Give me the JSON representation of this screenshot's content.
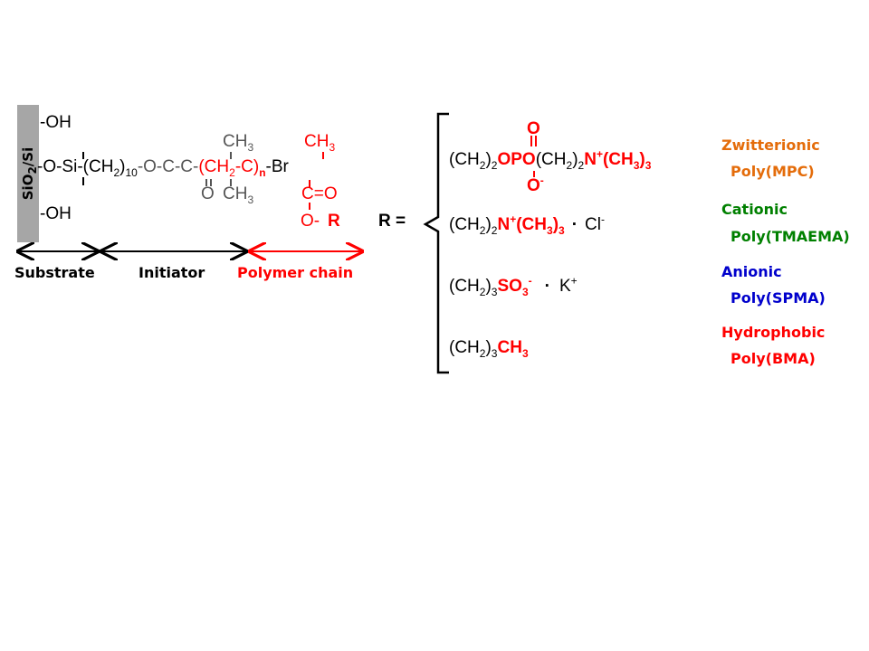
{
  "substrate": {
    "label_main": "SiO",
    "label_sub": "2",
    "label_tail": "/Si"
  },
  "left_structure": {
    "oh_top": "-OH",
    "oh_bottom": "-OH",
    "main_prefix": "-O-Si-(CH",
    "ch2_sub": "2",
    "paren_close": ")",
    "ten_sub": "10",
    "ester_link": "-O-C-C-",
    "poly_open": "(CH",
    "poly_ch2_sub": "2",
    "poly_c": "-C)",
    "n_sub": "n",
    "br_end": "-Br",
    "ch3_top_gray": "CH",
    "ch3_top_gray_sub": "3",
    "ch3_bottom_gray": "CH",
    "ch3_bottom_gray_sub": "3",
    "carbonyl_o": "O",
    "ch3_top_red": "CH",
    "ch3_top_red_sub": "3",
    "ceo_red": "C=O",
    "o_red": "O-",
    "r_red": "R"
  },
  "segments": {
    "substrate": "Substrate",
    "initiator": "Initiator",
    "polymer_chain": "Polymer chain"
  },
  "r_equals": "R =",
  "r_groups": [
    {
      "formula": "mpc",
      "type_label": "Zwitterionic",
      "polymer_label": "Poly(MPC)",
      "color": "#e46c0a"
    },
    {
      "formula": "tmaema",
      "type_label": "Cationic",
      "polymer_label": "Poly(TMAEMA)",
      "color": "#008000"
    },
    {
      "formula": "spma",
      "type_label": "Anionic",
      "polymer_label": "Poly(SPMA)",
      "color": "#0000cc"
    },
    {
      "formula": "bma",
      "type_label": "Hydrophobic",
      "polymer_label": "Poly(BMA)",
      "color": "#ff0000"
    }
  ],
  "formulas": {
    "mpc": {
      "a": "(CH",
      "a_sub": "2",
      "a_close": ")",
      "a_sub2": "2",
      "red1": "OPO",
      "b": "(CH",
      "b_sub": "2",
      "b_close": ")",
      "b_sub2": "2",
      "red2": "N",
      "red2_sup": "+",
      "red2_tail": "(CH",
      "red2_sub": "3",
      "red2_close": ")",
      "red2_sub2": "3",
      "o_top": "O",
      "o_bottom": "O",
      "o_bottom_sup": "-"
    },
    "tmaema": {
      "a": "(CH",
      "a_sub": "2",
      "a_close": ")",
      "a_sub2": "2",
      "red": "N",
      "red_sup": "+",
      "red_tail": "(CH",
      "red_sub": "3",
      "red_close": ")",
      "red_sub2": "3",
      "dot": "·",
      "ion": "Cl",
      "ion_sup": "-"
    },
    "spma": {
      "a": "(CH",
      "a_sub": "2",
      "a_close": ")",
      "a_sub2": "3",
      "red": "SO",
      "red_sub": "3",
      "red_sup": "-",
      "dot": "·",
      "ion": "K",
      "ion_sup": "+"
    },
    "bma": {
      "a": "(CH",
      "a_sub": "2",
      "a_close": ")",
      "a_sub2": "3",
      "red": "CH",
      "red_sub": "3"
    }
  },
  "colors": {
    "red": "#ff0000",
    "gray": "#555555",
    "substrate_bar": "#a6a6a6"
  }
}
